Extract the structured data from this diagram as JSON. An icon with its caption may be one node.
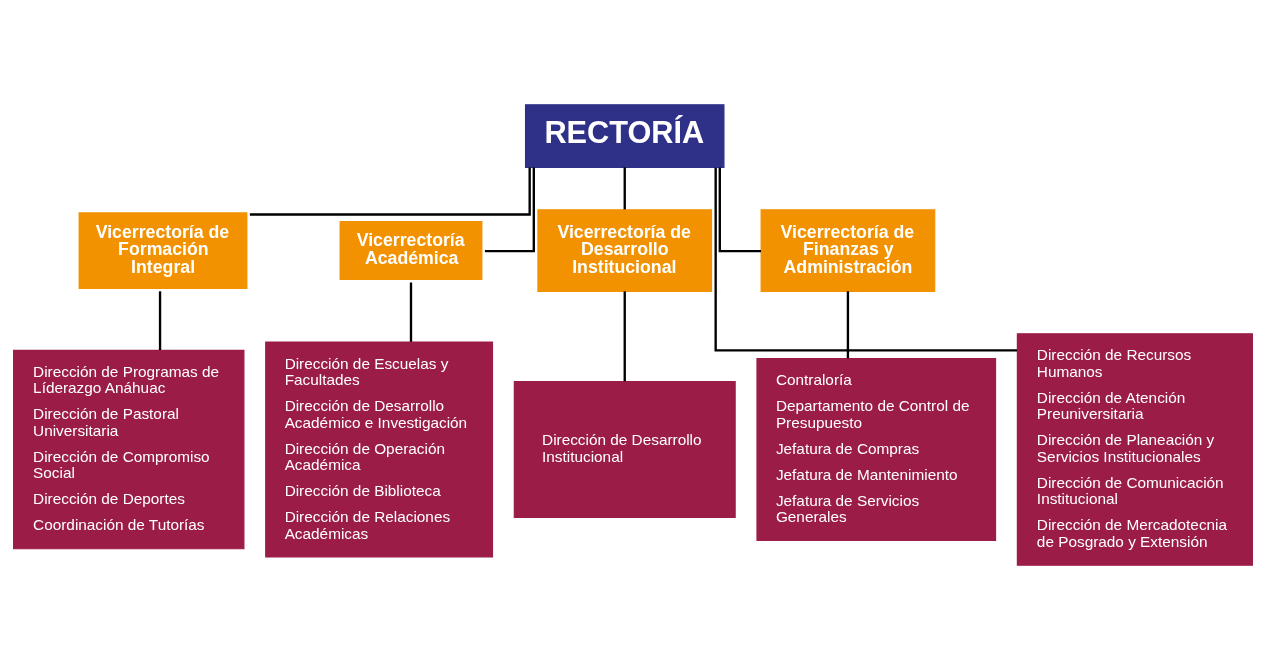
{
  "diagram": {
    "nodes": [
      {
        "text": [
          "RECTORÍA"
        ]
      },
      {
        "text": [
          "Vicerrectoría de Formación Integral"
        ]
      },
      {
        "text": [
          "Vicerrectoría Académica"
        ]
      },
      {
        "text": [
          "Vicerrectoría de Desarrollo Institucional"
        ]
      },
      {
        "text": [
          "Vicerrectoría de Finanzas y Administración"
        ]
      },
      {
        "text": [
          "Dirección de Programas de Líderazgo Anáhuac",
          "Dirección de Pastoral Universitaria",
          "Dirección de Compromiso Social",
          "Dirección de Deportes",
          "Coordinación de Tutorías"
        ]
      },
      {
        "text": [
          "Dirección de Escuelas y Facultades",
          "Dirección de Desarrollo Académico e Investigación",
          "Dirección de Operación Académica",
          "Dirección de Biblioteca",
          "Dirección de Relaciones Académicas"
        ]
      },
      {
        "text": [
          "Dirección de Desarrollo Institucional"
        ]
      },
      {
        "text": [
          "Contraloría",
          "Departamento de Control de Presupuesto",
          "Jefatura de Compras",
          "Jefatura de Mantenimiento",
          "Jefatura de Servicios Generales"
        ]
      },
      {
        "text": [
          "Dirección de Recursos Humanos",
          "Dirección de Atención Preuniversitaria",
          "Dirección de Planeación y Servicios Institucionales",
          "Dirección de Comunicación Institucional",
          "Dirección de Mercadotecnia de Posgrado y Extensión"
        ]
      }
    ],
    "edges": [
      {
        "from": 0,
        "to": 1,
        "arrow": "none"
      },
      {
        "from": 0,
        "to": 2,
        "arrow": "none"
      },
      {
        "from": 0,
        "to": 3,
        "arrow": "none"
      },
      {
        "from": 0,
        "to": 4,
        "arrow": "none"
      },
      {
        "from": 0,
        "to": 9,
        "arrow": "none"
      },
      {
        "from": 1,
        "to": 5,
        "arrow": "none"
      },
      {
        "from": 2,
        "to": 6,
        "arrow": "none"
      },
      {
        "from": 3,
        "to": 7,
        "arrow": "none"
      },
      {
        "from": 4,
        "to": 8,
        "arrow": "none"
      }
    ]
  }
}
